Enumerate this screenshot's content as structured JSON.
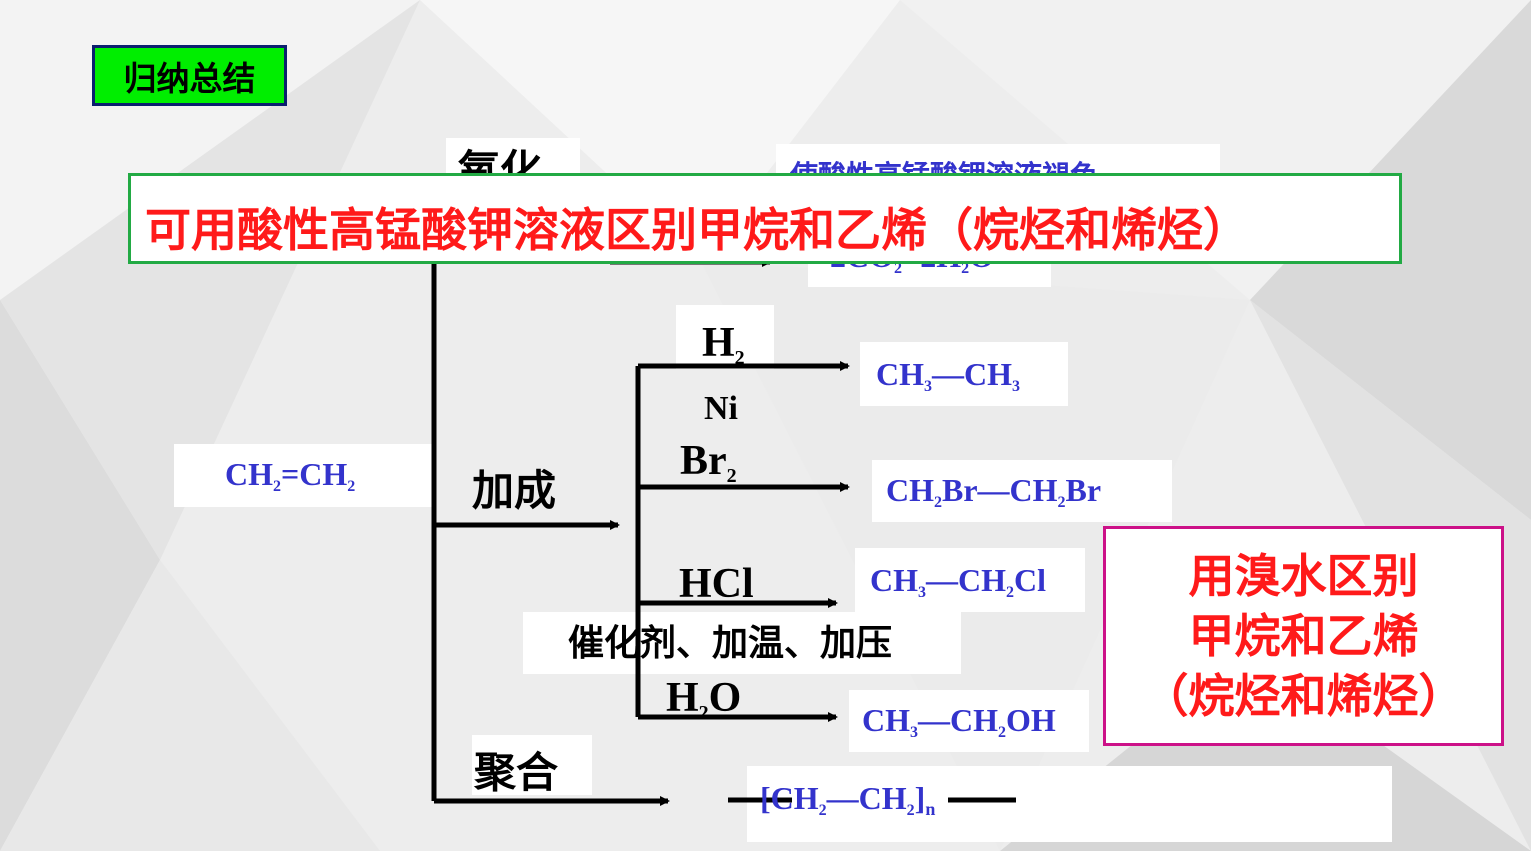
{
  "summary_label": "归纳总结",
  "reactant": {
    "main": "CH",
    "sub1": "2",
    "mid": "=CH",
    "sub2": "2"
  },
  "oxidation": {
    "label": "氧化",
    "product1": "使酸性高锰酸钾溶液褪色",
    "product2": {
      "a": "2CO",
      "sub1": "2",
      "b": "+2H",
      "sub2": "2",
      "c": "O"
    }
  },
  "addition": {
    "label": "加成",
    "catalyst_ni": "Ni",
    "catalyst_general": "催化剂、加温、加压",
    "branches": [
      {
        "reagent": {
          "main": "H",
          "sub": "2",
          "tail": ""
        },
        "product": {
          "p1": "CH",
          "s1": "3",
          "p2": "—CH",
          "s2": "3",
          "p3": ""
        }
      },
      {
        "reagent": {
          "main": "Br",
          "sub": "2",
          "tail": ""
        },
        "product": {
          "p1": "CH",
          "s1": "2",
          "p2": "Br—CH",
          "s2": "2",
          "p3": "Br"
        }
      },
      {
        "reagent": {
          "main": "HCl",
          "sub": "",
          "tail": ""
        },
        "product": {
          "p1": "CH",
          "s1": "3",
          "p2": "—CH",
          "s2": "2",
          "p3": "Cl"
        }
      },
      {
        "reagent": {
          "main": "H",
          "sub": "2",
          "tail": "O"
        },
        "product": {
          "p1": "CH",
          "s1": "3",
          "p2": "—CH",
          "s2": "2",
          "p3": "OH"
        }
      }
    ]
  },
  "polymerization": {
    "label": "聚合",
    "product": {
      "lb": "[",
      "p1": "CH",
      "s1": "2",
      "p2": "—CH",
      "s2": "2",
      "rb": "]",
      "n": "n"
    }
  },
  "callout_kmno4": "可用酸性高锰酸钾溶液区别甲烷和乙烯（烷烃和烯烃）",
  "callout_bromine": {
    "line1": "用溴水区别",
    "line2": "甲烷和乙烯",
    "line3": "（烷烃和烯烃）"
  },
  "colors": {
    "product_blue": "#3333cc",
    "callout_red": "#ff1a1a",
    "tag_green": "#00ee00",
    "callout1_border": "#22aa44",
    "callout2_border": "#cc1188"
  }
}
